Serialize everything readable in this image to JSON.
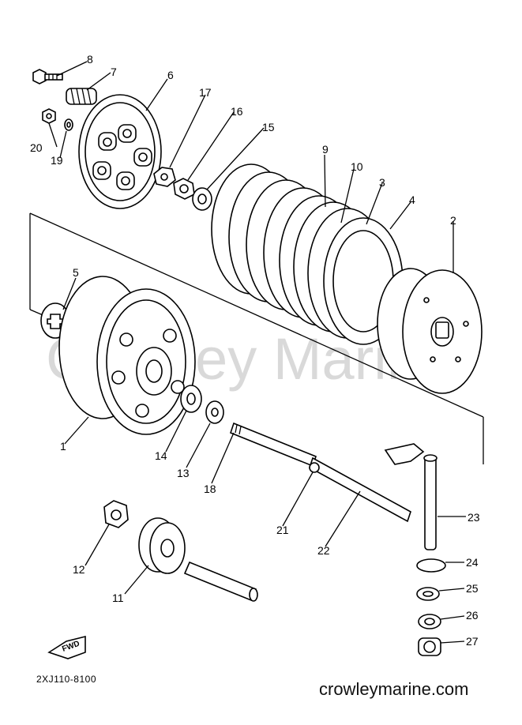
{
  "diagram": {
    "code": "2XJ110-8100",
    "website": "crowleymarine.com",
    "watermark": "Crowley Marine",
    "fwd_label": "FWD",
    "callouts": [
      "1",
      "2",
      "3",
      "4",
      "5",
      "6",
      "7",
      "8",
      "9",
      "10",
      "11",
      "12",
      "13",
      "14",
      "15",
      "16",
      "17",
      "18",
      "19",
      "20",
      "21",
      "22",
      "23",
      "24",
      "25",
      "26",
      "27"
    ]
  }
}
